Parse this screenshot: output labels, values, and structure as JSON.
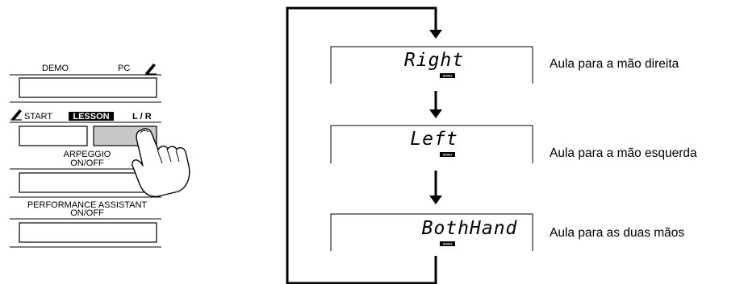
{
  "panel": {
    "demo_label": "DEMO",
    "pc_label": "PC",
    "start_label": "START",
    "lesson_label": "LESSON",
    "lr_label": "L / R",
    "arpeggio_label_1": "ARPEGGIO",
    "arpeggio_label_2": "ON/OFF",
    "performance_label_1": "PERFORMANCE ASSISTANT",
    "performance_label_2": "ON/OFF"
  },
  "displays": [
    {
      "text": "Right",
      "badge": "SONG",
      "description": "Aula para a mão direita"
    },
    {
      "text": "Left",
      "badge": "SONG",
      "description": "Aula para a mão esquerda"
    },
    {
      "text": "BothHand",
      "badge": "SONG",
      "description": "Aula para as duas mãos"
    }
  ],
  "colors": {
    "button_highlight": "#c8c8c8",
    "line": "#000000",
    "background": "#ffffff"
  }
}
